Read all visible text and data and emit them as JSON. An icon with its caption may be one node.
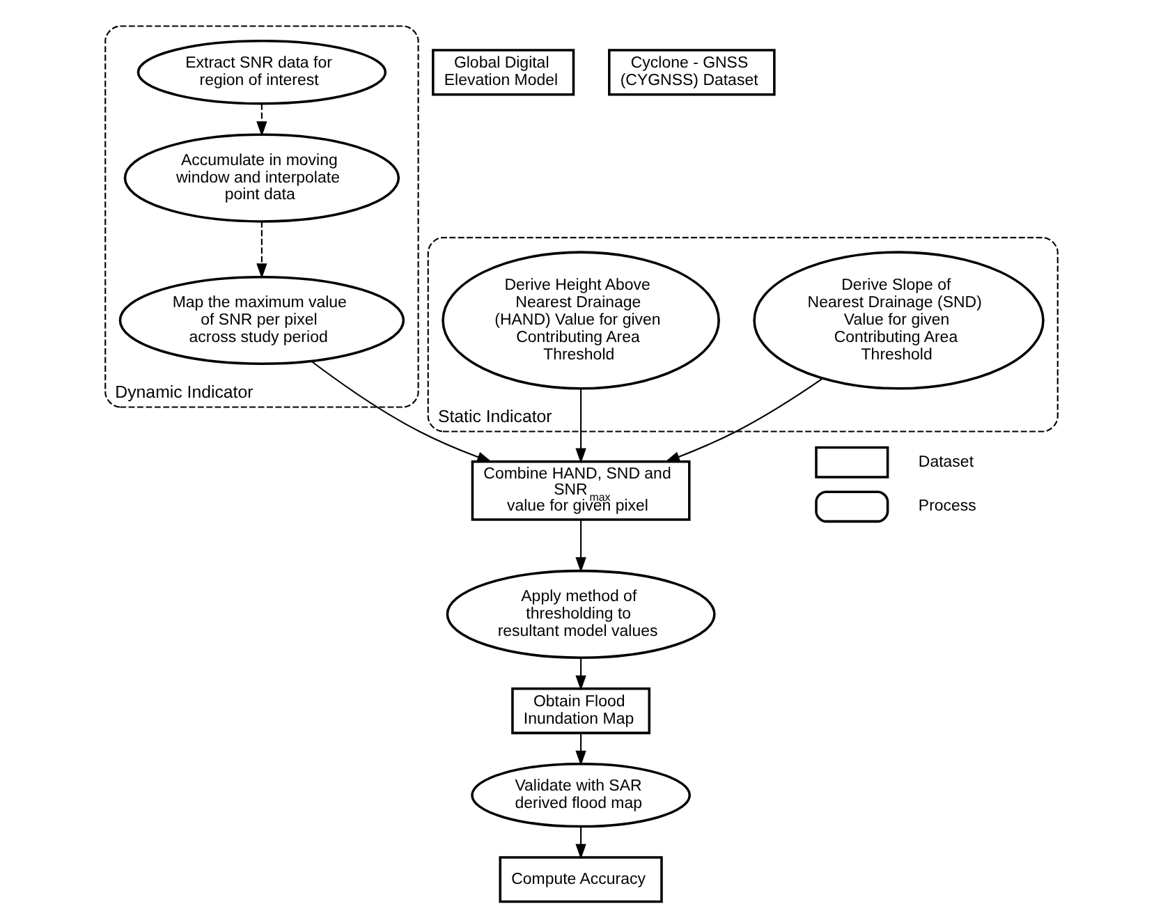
{
  "diagram": {
    "nodes": [
      {
        "text": [
          "Static Indicator"
        ]
      },
      {
        "text": [
          "Derive Height Above Nearest Drainage (HAND) Value for given Contributing Area Threshold"
        ],
        "in": 0
      },
      {
        "text": [
          "Derive Slope of Nearest Drainage (SND) Value for given Contributing Area Threshold"
        ],
        "in": 0
      },
      {
        "text": [
          "Global Digital Elevation Model"
        ]
      },
      {
        "text": [
          "Cyclone - GNSS (CYGNSS) Dataset"
        ]
      },
      {
        "text": [
          "Combine HAND, SND and SNR$_{max}$ value for given pixel"
        ]
      },
      {
        "text": [
          "Apply method of thresholding to resultant model values"
        ]
      },
      {
        "text": [
          "Obtain Flood Inundation Map"
        ]
      },
      {
        "text": [
          "Validate with SAR derived flood map"
        ]
      },
      {
        "text": [
          "Compute Accuracy"
        ]
      },
      {
        "text": [
          "Dynamic Indicator"
        ]
      },
      {
        "text": [
          "Extract SNR data for region of interest"
        ],
        "in": 10
      },
      {
        "text": [
          "Accumulate in moving window and interpolate point data"
        ],
        "in": 10
      },
      {
        "text": [
          "Map the maximum value of SNR per pixel across study period"
        ],
        "in": 10
      }
    ],
    "edges": [
      {
        "from": 1,
        "to": 5,
        "arrow": "to"
      },
      {
        "from": 2,
        "to": 5,
        "arrow": "to"
      },
      {
        "from": 11,
        "to": 12,
        "arrow": "to",
        "style": "dashed"
      },
      {
        "from": 12,
        "to": 13,
        "arrow": "to",
        "style": "dashed"
      },
      {
        "from": 13,
        "to": 5,
        "arrow": "to"
      },
      {
        "from": 5,
        "to": 6,
        "arrow": "to"
      },
      {
        "from": 6,
        "to": 7,
        "arrow": "to"
      },
      {
        "from": 7,
        "to": 8,
        "arrow": "to"
      },
      {
        "from": 8,
        "to": 9,
        "arrow": "to"
      }
    ],
    "legend": [
      {
        "text": "Dataset"
      },
      {
        "text": "Process"
      }
    ]
  }
}
